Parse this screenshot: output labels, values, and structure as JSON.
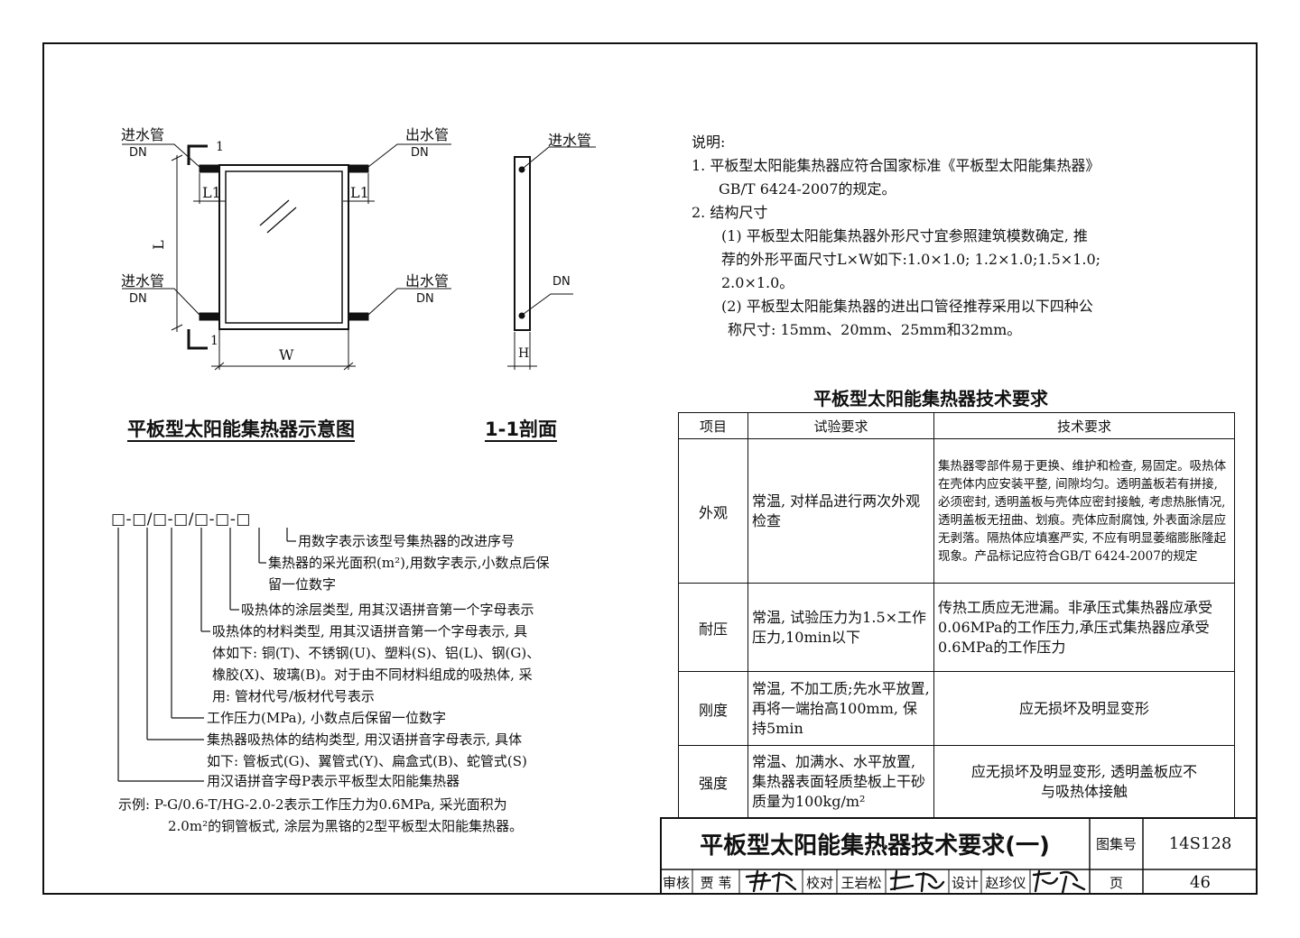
{
  "diagram": {
    "label_inlet_top": "进水管",
    "label_dn_top_left": "DN",
    "label_outlet_top": "出水管",
    "label_dn_top_right": "DN",
    "label_inlet_bottom": "进水管",
    "label_dn_bottom_left": "DN",
    "label_outlet_bottom": "出水管",
    "label_dn_bottom_right": "DN",
    "label_L1_left": "L1",
    "label_L1_right": "L1",
    "label_L": "L",
    "label_W": "W",
    "label_section_1_top": "1",
    "label_section_1_bottom": "1",
    "section_label_inlet": "进水管",
    "section_label_dn": "DN",
    "section_label_H": "H",
    "title_schematic": "平板型太阳能集热器示意图",
    "title_section": "1-1剖面"
  },
  "notes": {
    "heading": "说明:",
    "lines": [
      "1. 平板型太阳能集热器应符合国家标准《平板型太阳能集热器》",
      "GB/T 6424-2007的规定。",
      "2. 结构尺寸",
      "(1) 平板型太阳能集热器外形尺寸宜参照建筑模数确定, 推",
      "荐的外形平面尺寸L×W如下:1.0×1.0; 1.2×1.0;1.5×1.0;",
      "2.0×1.0。",
      "(2) 平板型太阳能集热器的进出口管径推荐采用以下四种公",
      "称尺寸: 15mm、20mm、25mm和32mm。"
    ]
  },
  "model_code": {
    "pattern": "□-□/□-□/□-□-□",
    "items": [
      "用数字表示该型号集热器的改进序号",
      "集热器的采光面积(m²),用数字表示,小数点后保",
      "留一位数字",
      "吸热体的涂层类型, 用其汉语拼音第一个字母表示",
      "吸热体的材料类型, 用其汉语拼音第一个字母表示, 具",
      "体如下: 铜(T)、不锈钢(U)、塑料(S)、铝(L)、钢(G)、",
      "橡胶(X)、玻璃(B)。对于由不同材料组成的吸热体, 采",
      "用: 管材代号/板材代号表示",
      "工作压力(MPa), 小数点后保留一位数字",
      "集热器吸热体的结构类型, 用汉语拼音字母表示, 具体",
      "如下: 管板式(G)、翼管式(Y)、扁盒式(B)、蛇管式(S)",
      "用汉语拼音字母P表示平板型太阳能集热器"
    ],
    "example_1": "示例: P-G/0.6-T/HG-2.0-2表示工作压力为0.6MPa, 采光面积为",
    "example_2": "2.0m²的铜管板式, 涂层为黑铬的2型平板型太阳能集热器。"
  },
  "table": {
    "title": "平板型太阳能集热器技术要求",
    "headers": [
      "项目",
      "试验要求",
      "技术要求"
    ],
    "rows": [
      {
        "item": "外观",
        "test": "常温, 对样品进行两次外观检查",
        "req": "集热器零部件易于更换、维护和检查, 易固定。吸热体在壳体内应安装平整, 间隙均匀。透明盖板若有拼接, 必须密封, 透明盖板与壳体应密封接触, 考虑热胀情况, 透明盖板无扭曲、划痕。壳体应耐腐蚀, 外表面涂层应无剥落。隔热体应填塞严实, 不应有明显萎缩膨胀隆起现象。产品标记应符合GB/T 6424-2007的规定"
      },
      {
        "item": "耐压",
        "test": "常温, 试验压力为1.5×工作压力,10min以下",
        "req": "传热工质应无泄漏。非承压式集热器应承受0.06MPa的工作压力,承压式集热器应承受0.6MPa的工作压力"
      },
      {
        "item": "刚度",
        "test": "常温, 不加工质;先水平放置,再将一端抬高100mm, 保持5min",
        "req": "应无损坏及明显变形"
      },
      {
        "item": "强度",
        "test": "常温、加满水、水平放置,集热器表面轻质垫板上干砂质量为100kg/m²",
        "req": "应无损坏及明显变形, 透明盖板应不与吸热体接触"
      }
    ]
  },
  "title_block": {
    "drawing_title": "平板型太阳能集热器技术要求(一)",
    "atlas_label": "图集号",
    "atlas_no": "14S128",
    "review_label": "审核",
    "reviewer": "贾 苇",
    "check_label": "校对",
    "checker": "王岩松",
    "design_label": "设计",
    "designer": "赵珍仪",
    "page_label": "页",
    "page_no": "46"
  }
}
